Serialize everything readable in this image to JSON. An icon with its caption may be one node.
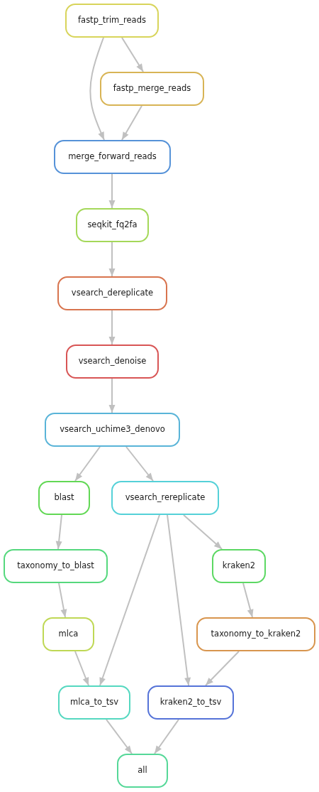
{
  "diagram": {
    "nodes": [
      {
        "text": [
          "fastp_trim_reads"
        ]
      },
      {
        "text": [
          "fastp_merge_reads"
        ]
      },
      {
        "text": [
          "merge_forward_reads"
        ]
      },
      {
        "text": [
          "seqkit_fq2fa"
        ]
      },
      {
        "text": [
          "vsearch_dereplicate"
        ]
      },
      {
        "text": [
          "vsearch_denoise"
        ]
      },
      {
        "text": [
          "vsearch_uchime3_denovo"
        ]
      },
      {
        "text": [
          "blast"
        ]
      },
      {
        "text": [
          "vsearch_rereplicate"
        ]
      },
      {
        "text": [
          "taxonomy_to_blast"
        ]
      },
      {
        "text": [
          "kraken2"
        ]
      },
      {
        "text": [
          "mlca"
        ]
      },
      {
        "text": [
          "taxonomy_to_kraken2"
        ]
      },
      {
        "text": [
          "mlca_to_tsv"
        ]
      },
      {
        "text": [
          "kraken2_to_tsv"
        ]
      },
      {
        "text": [
          "all"
        ]
      }
    ],
    "edges": [
      {
        "from": 0,
        "to": 1,
        "arrow": "to"
      },
      {
        "from": 0,
        "to": 2,
        "arrow": "to"
      },
      {
        "from": 1,
        "to": 2,
        "arrow": "to"
      },
      {
        "from": 2,
        "to": 3,
        "arrow": "to"
      },
      {
        "from": 3,
        "to": 4,
        "arrow": "to"
      },
      {
        "from": 4,
        "to": 5,
        "arrow": "to"
      },
      {
        "from": 5,
        "to": 6,
        "arrow": "to"
      },
      {
        "from": 6,
        "to": 7,
        "arrow": "to"
      },
      {
        "from": 6,
        "to": 8,
        "arrow": "to"
      },
      {
        "from": 7,
        "to": 9,
        "arrow": "to"
      },
      {
        "from": 8,
        "to": 13,
        "arrow": "to"
      },
      {
        "from": 8,
        "to": 14,
        "arrow": "to"
      },
      {
        "from": 8,
        "to": 10,
        "arrow": "to"
      },
      {
        "from": 9,
        "to": 11,
        "arrow": "to"
      },
      {
        "from": 10,
        "to": 12,
        "arrow": "to"
      },
      {
        "from": 11,
        "to": 13,
        "arrow": "to"
      },
      {
        "from": 12,
        "to": 14,
        "arrow": "to"
      },
      {
        "from": 13,
        "to": 15,
        "arrow": "to"
      },
      {
        "from": 14,
        "to": 15,
        "arrow": "to"
      }
    ]
  }
}
